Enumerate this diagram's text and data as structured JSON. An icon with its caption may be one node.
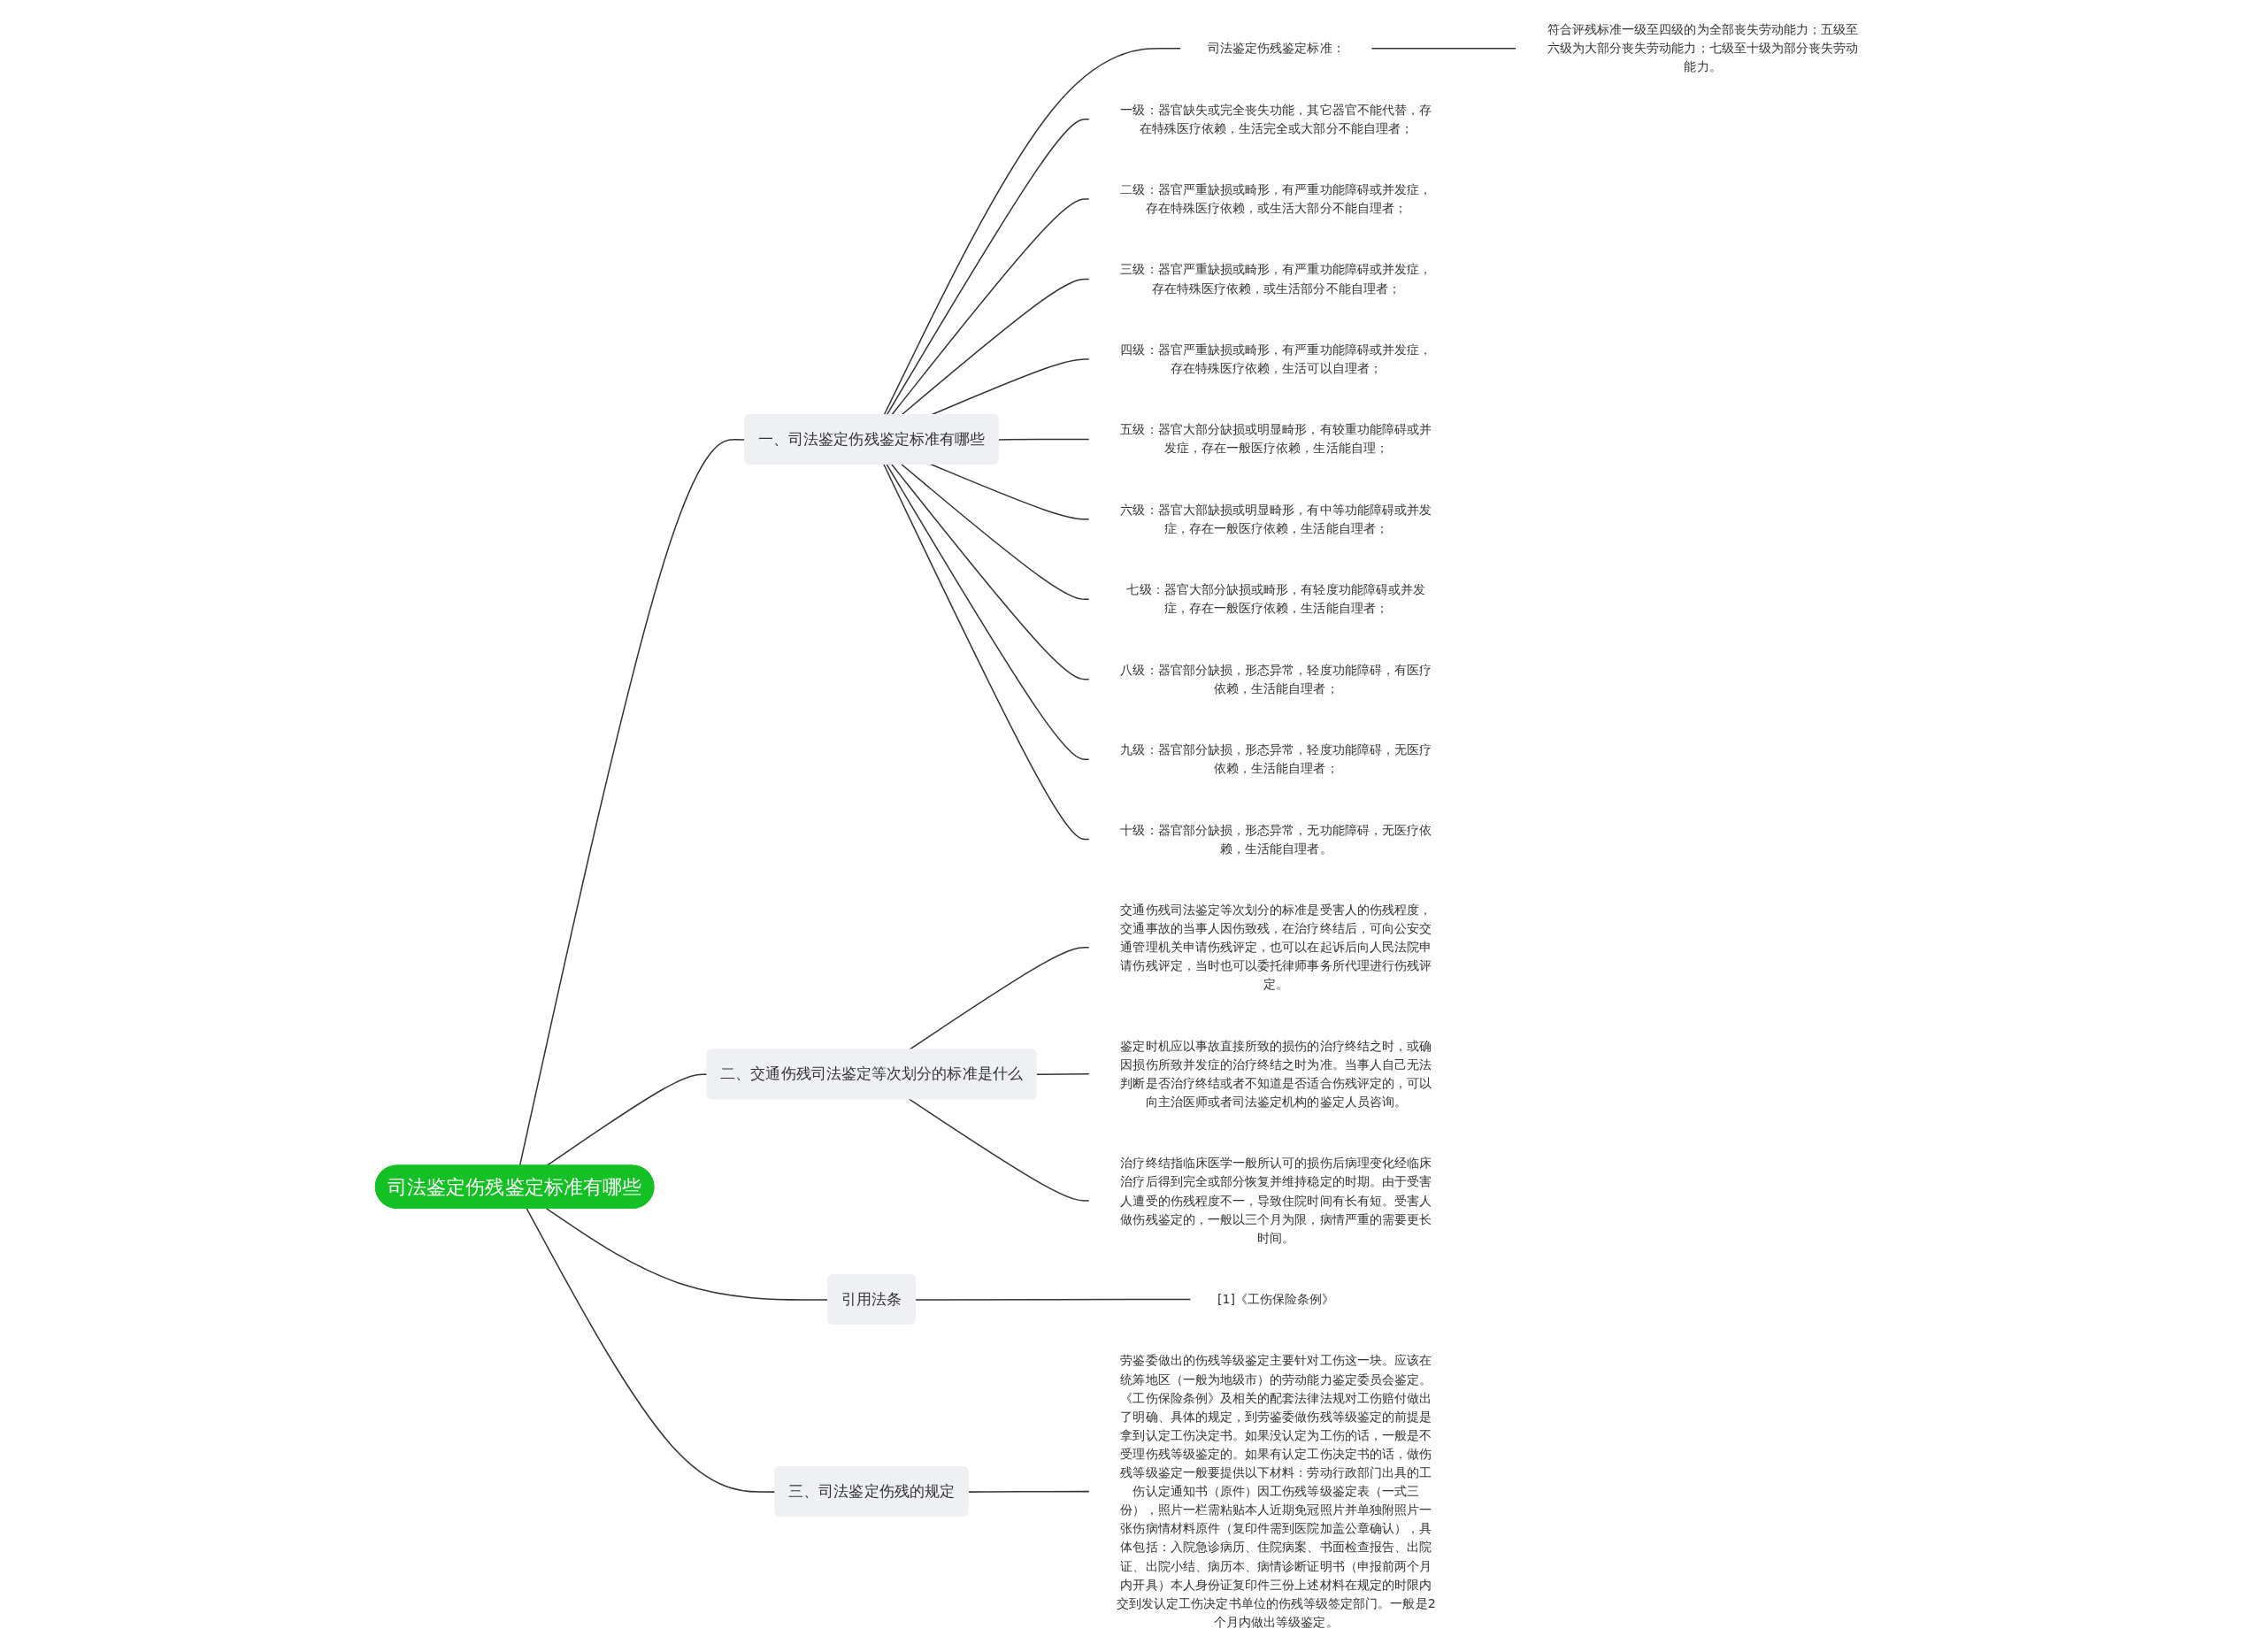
{
  "diagram": {
    "nodes": [
      {
        "text": [
          "司法鉴定伤残鉴定标准有哪些"
        ]
      },
      {
        "text": [
          "一、司法鉴定伤残鉴定标准有哪些"
        ]
      },
      {
        "text": [
          "司法鉴定伤残鉴定标准："
        ]
      },
      {
        "text": [
          "符合评残标准一级至四级的为全部丧失劳动能力；五级至六级为大部分丧失劳动能力；七级至十级为部分丧失劳动能力。"
        ]
      },
      {
        "text": [
          "一级：器官缺失或完全丧失功能，其它器官不能代替，存在特殊医疗依赖，生活完全或大部分不能自理者；"
        ]
      },
      {
        "text": [
          "二级：器官严重缺损或畸形，有严重功能障碍或并发症，存在特殊医疗依赖，或生活大部分不能自理者；"
        ]
      },
      {
        "text": [
          "三级：器官严重缺损或畸形，有严重功能障碍或并发症，存在特殊医疗依赖，或生活部分不能自理者；"
        ]
      },
      {
        "text": [
          "四级：器官严重缺损或畸形，有严重功能障碍或并发症，存在特殊医疗依赖，生活可以自理者；"
        ]
      },
      {
        "text": [
          "五级：器官大部分缺损或明显畸形，有较重功能障碍或并发症，存在一般医疗依赖，生活能自理；"
        ]
      },
      {
        "text": [
          "六级：器官大部缺损或明显畸形，有中等功能障碍或并发症，存在一般医疗依赖，生活能自理者；"
        ]
      },
      {
        "text": [
          "七级：器官大部分缺损或畸形，有轻度功能障碍或并发症，存在一般医疗依赖，生活能自理者；"
        ]
      },
      {
        "text": [
          "八级：器官部分缺损，形态异常，轻度功能障碍，有医疗依赖，生活能自理者；"
        ]
      },
      {
        "text": [
          "九级：器官部分缺损，形态异常，轻度功能障碍，无医疗依赖，生活能自理者；"
        ]
      },
      {
        "text": [
          "十级：器官部分缺损，形态异常，无功能障碍，无医疗依赖，生活能自理者。"
        ]
      },
      {
        "text": [
          "二、交通伤残司法鉴定等次划分的标准是什么"
        ]
      },
      {
        "text": [
          "交通伤残司法鉴定等次划分的标准是受害人的伤残程度，交通事故的当事人因伤致残，在治疗终结后，可向公安交通管理机关申请伤残评定，也可以在起诉后向人民法院申请伤残评定，当时也可以委托律师事务所代理进行伤残评定。"
        ]
      },
      {
        "text": [
          "鉴定时机应以事故直接所致的损伤的治疗终结之时，或确因损伤所致并发症的治疗终结之时为准。当事人自己无法判断是否治疗终结或者不知道是否适合伤残评定的，可以向主治医师或者司法鉴定机构的鉴定人员咨询。"
        ]
      },
      {
        "text": [
          "治疗终结指临床医学一般所认可的损伤后病理变化经临床治疗后得到完全或部分恢复并维持稳定的时期。由于受害人遭受的伤残程度不一，导致住院时间有长有短。受害人做伤残鉴定的，一般以三个月为限，病情严重的需要更长时间。"
        ]
      },
      {
        "text": [
          "引用法条"
        ]
      },
      {
        "text": [
          "[1]《工伤保险条例》"
        ]
      },
      {
        "text": [
          "三、司法鉴定伤残的规定"
        ]
      },
      {
        "text": [
          "劳鉴委做出的伤残等级鉴定主要针对工伤这一块。应该在统筹地区（一般为地级市）的劳动能力鉴定委员会鉴定。《工伤保险条例》及相关的配套法律法规对工伤赔付做出了明确、具体的规定，到劳鉴委做伤残等级鉴定的前提是拿到认定工伤决定书。如果没认定为工伤的话，一般是不受理伤残等级鉴定的。如果有认定工伤决定书的话，做伤残等级鉴定一般要提供以下材料：劳动行政部门出具的工伤认定通知书（原件）因工伤残等级鉴定表（一式三份），照片一栏需粘贴本人近期免冠照片并单独附照片一张伤病情材料原件（复印件需到医院加盖公章确认），具体包括：入院急诊病历、住院病案、书面检查报告、出院证、出院小结、病历本、病情诊断证明书（申报前两个月内开具）本人身份证复印件三份上述材料在规定的时限内交到发认定工伤决定书单位的伤残等级签定部门。一般是2个月内做出等级鉴定。"
        ]
      }
    ],
    "edges": [
      {
        "from": 0,
        "to": 1,
        "arrow": "none"
      },
      {
        "from": 1,
        "to": 2,
        "arrow": "none"
      },
      {
        "from": 2,
        "to": 3,
        "arrow": "none"
      },
      {
        "from": 1,
        "to": 4,
        "arrow": "none"
      },
      {
        "from": 1,
        "to": 5,
        "arrow": "none"
      },
      {
        "from": 1,
        "to": 6,
        "arrow": "none"
      },
      {
        "from": 1,
        "to": 7,
        "arrow": "none"
      },
      {
        "from": 1,
        "to": 8,
        "arrow": "none"
      },
      {
        "from": 1,
        "to": 9,
        "arrow": "none"
      },
      {
        "from": 1,
        "to": 10,
        "arrow": "none"
      },
      {
        "from": 1,
        "to": 11,
        "arrow": "none"
      },
      {
        "from": 1,
        "to": 12,
        "arrow": "none"
      },
      {
        "from": 1,
        "to": 13,
        "arrow": "none"
      },
      {
        "from": 0,
        "to": 14,
        "arrow": "none"
      },
      {
        "from": 14,
        "to": 15,
        "arrow": "none"
      },
      {
        "from": 14,
        "to": 16,
        "arrow": "none"
      },
      {
        "from": 14,
        "to": 17,
        "arrow": "none"
      },
      {
        "from": 0,
        "to": 18,
        "arrow": "none"
      },
      {
        "from": 18,
        "to": 19,
        "arrow": "none"
      },
      {
        "from": 0,
        "to": 20,
        "arrow": "none"
      },
      {
        "from": 20,
        "to": 21,
        "arrow": "none"
      }
    ]
  }
}
